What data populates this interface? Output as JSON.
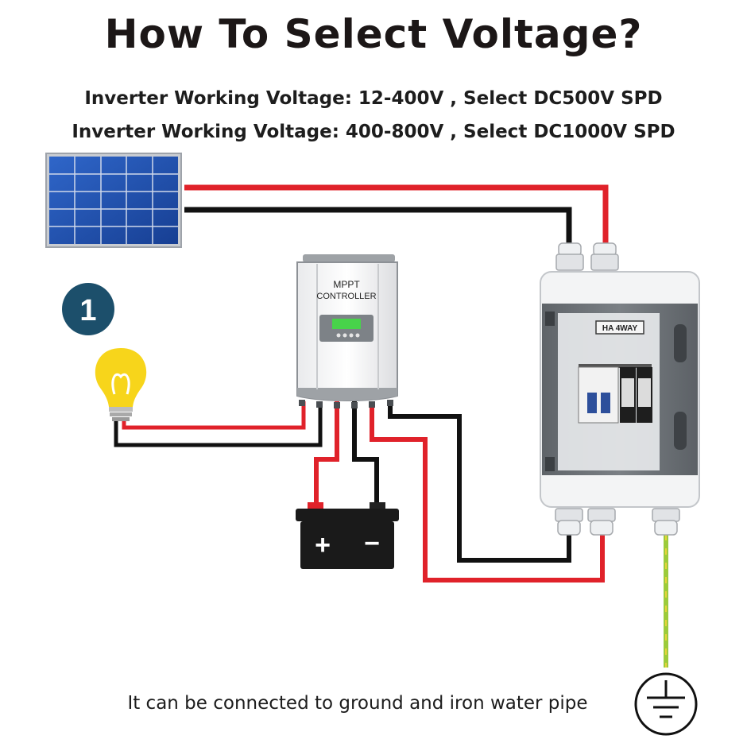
{
  "title": "How To Select Voltage?",
  "rules": [
    "Inverter Working Voltage: 12-400V , Select DC500V SPD",
    "Inverter Working Voltage: 400-800V , Select DC1000V SPD"
  ],
  "step_number": "1",
  "controller": {
    "line1": "MPPT",
    "line2": "CONTROLLER"
  },
  "battery": {
    "plus": "+",
    "minus": "−"
  },
  "combiner_box": {
    "label": "HA 4WAY"
  },
  "ground_note": "It can be connected to ground and iron water pipe",
  "colors": {
    "positive_wire": "#e0222a",
    "negative_wire": "#111111",
    "ground_wire": "#9ccb3b",
    "step_badge": "#1c4f6b",
    "bulb": "#f7d51b",
    "panel_cell": "#1f4fae"
  },
  "icons": [
    "solar-panel-icon",
    "light-bulb-icon",
    "battery-icon",
    "ground-symbol-icon"
  ]
}
